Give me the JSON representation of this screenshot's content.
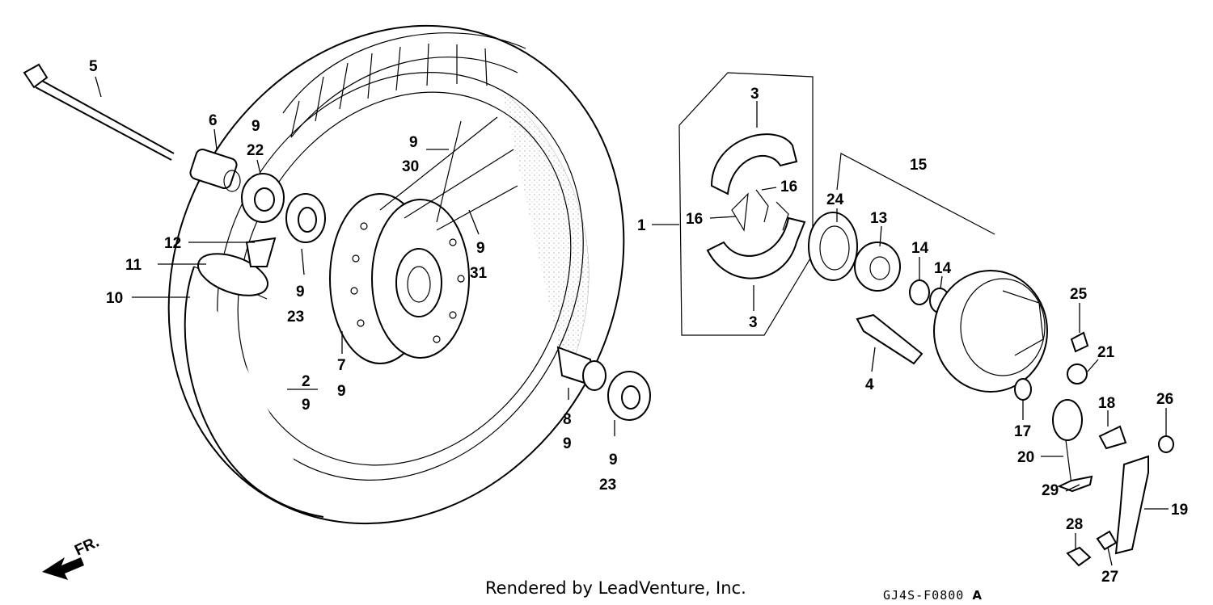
{
  "diagram": {
    "callouts": [
      "1",
      "2",
      "9",
      "3",
      "3",
      "4",
      "5",
      "6",
      "9",
      "22",
      "7",
      "9",
      "8",
      "9",
      "9",
      "23",
      "9",
      "23",
      "9",
      "30",
      "9",
      "31",
      "10",
      "11",
      "12",
      "13",
      "14",
      "14",
      "15",
      "16",
      "16",
      "17",
      "18",
      "19",
      "20",
      "21",
      "24",
      "25",
      "26",
      "27",
      "28",
      "29"
    ],
    "direction_marker": "FR."
  },
  "footer": {
    "credit": "Rendered by LeadVenture, Inc.",
    "code": "GJ4S-F0800",
    "revision": "A"
  }
}
